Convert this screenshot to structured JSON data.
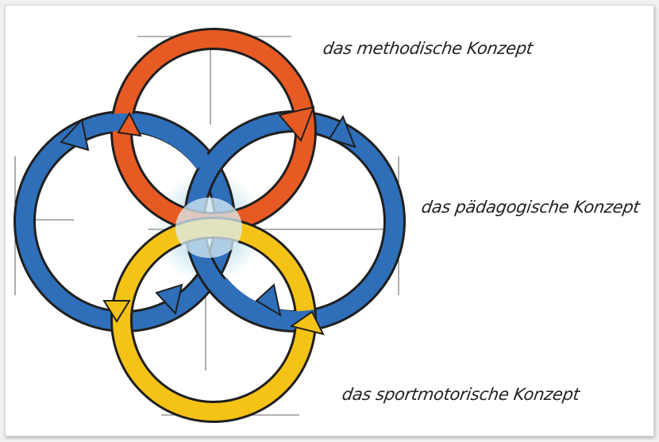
{
  "labels": {
    "methodisch": "das methodische Konzept",
    "paedagogisch": "das pädagogische Konzept",
    "sportmotorisch": "das sportmotorische Konzept"
  },
  "colors": {
    "red": "#e85a24",
    "blue": "#2f6fba",
    "yellow": "#f5c315",
    "outline": "#1f1f1f",
    "center_glow": "#cfe6f2"
  },
  "rings": [
    {
      "name": "methodisch",
      "color": "red"
    },
    {
      "name": "paedagogisch",
      "color": "blue"
    },
    {
      "name": "sportmotorisch",
      "color": "yellow"
    }
  ]
}
